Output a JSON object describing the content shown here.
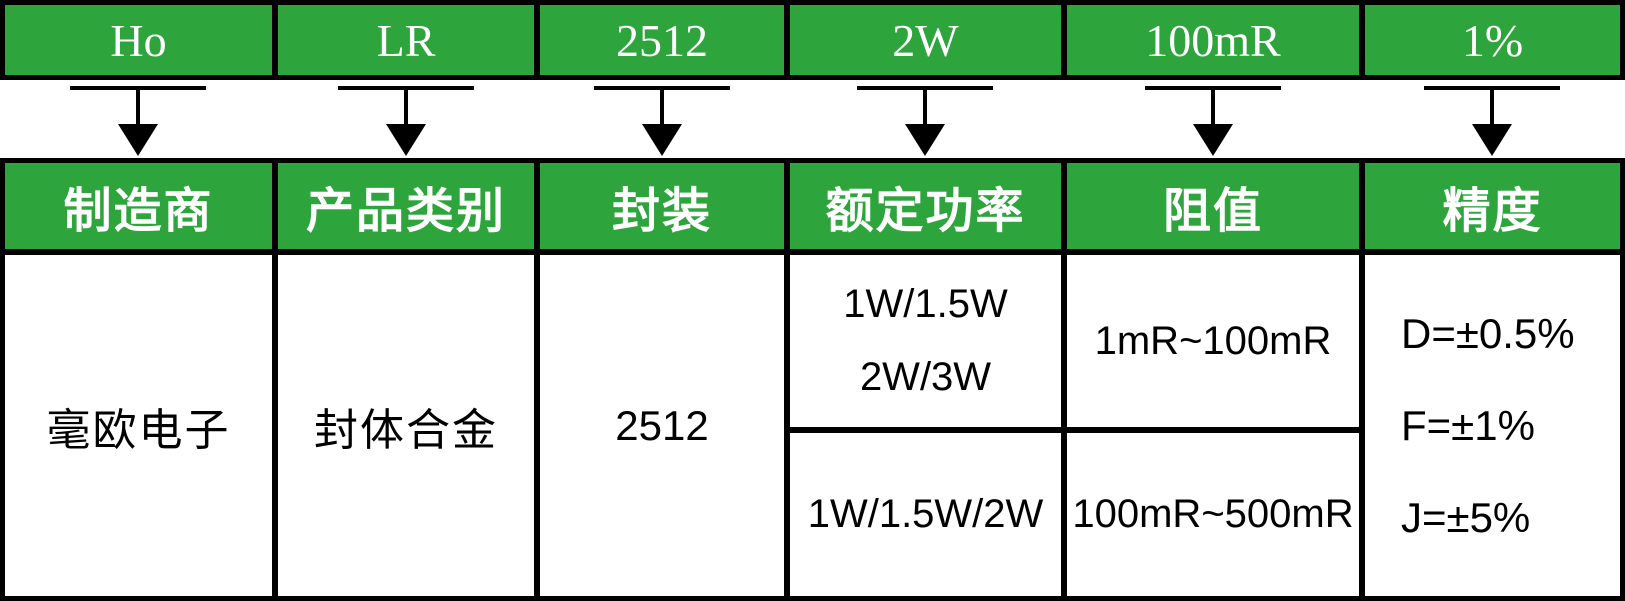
{
  "diagram_title": "part-number-decoding",
  "colors": {
    "green": "#2EA53C",
    "border": "#000000",
    "code_text": "#FFFFFF",
    "body_text": "#000000"
  },
  "columns": [
    {
      "id": "manufacturer",
      "code": "Ho",
      "header": "制造商",
      "value": "毫欧电子"
    },
    {
      "id": "category",
      "code": "LR",
      "header": "产品类别",
      "value": "封体合金"
    },
    {
      "id": "package",
      "code": "2512",
      "header": "封装",
      "value": "2512"
    },
    {
      "id": "power",
      "code": "2W",
      "header": "额定功率",
      "range1_line1": "1W/1.5W",
      "range1_line2": "2W/3W",
      "range2": "1W/1.5W/2W"
    },
    {
      "id": "resistance",
      "code": "100mR",
      "header": "阻值",
      "range1": "1mR~100mR",
      "range2": "100mR~500mR"
    },
    {
      "id": "tolerance",
      "code": "1%",
      "header": "精度",
      "options": [
        "D=±0.5%",
        "F=±1%",
        "J=±5%"
      ]
    }
  ]
}
